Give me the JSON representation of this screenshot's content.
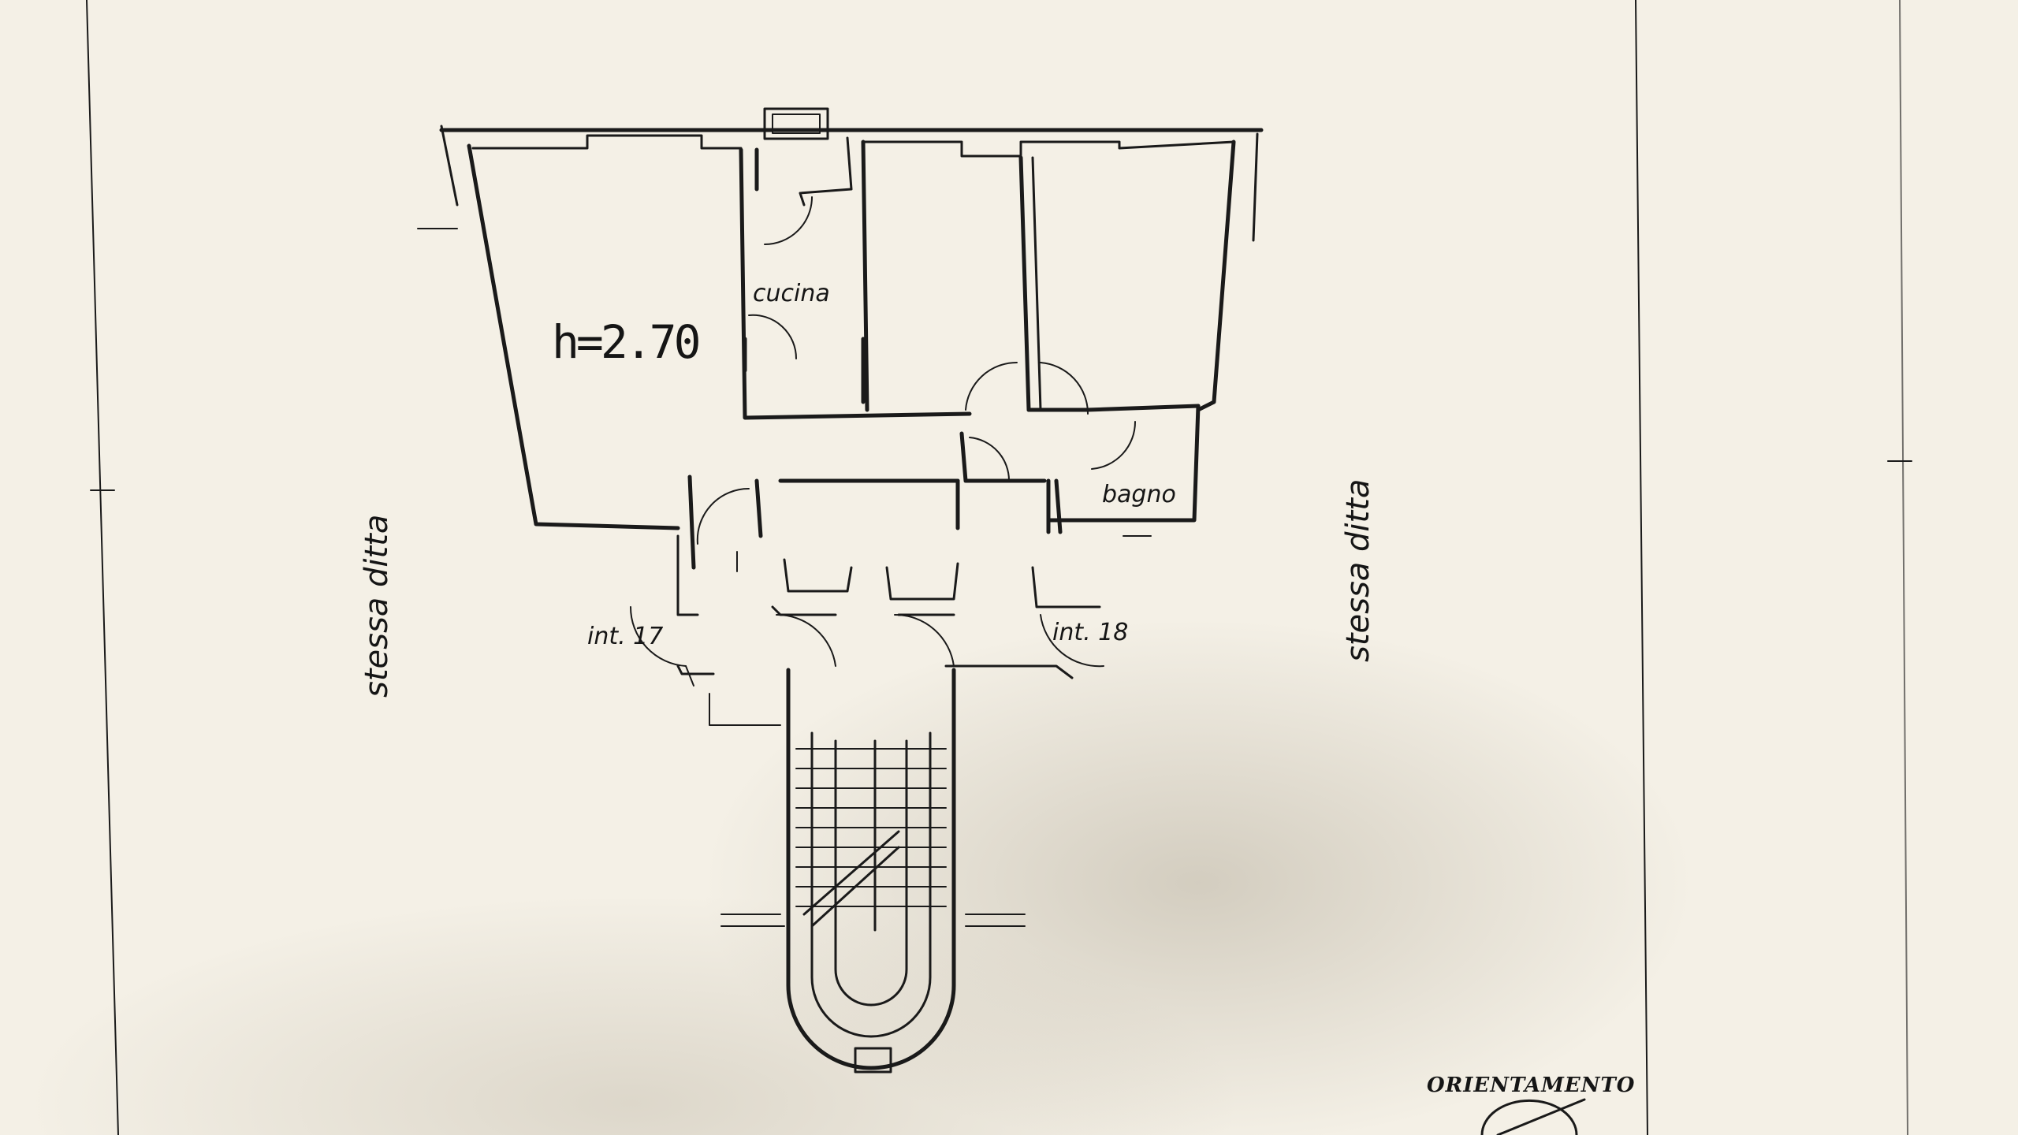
{
  "plan": {
    "height_label": "h=2.70",
    "rooms": {
      "kitchen": "cucina",
      "bathroom": "bagno"
    },
    "units": {
      "left": "int. 17",
      "right": "int. 18"
    },
    "neighbors": {
      "left": "stessa ditta",
      "right": "stessa ditta"
    },
    "orientation_label": "ORIENTAMENTO"
  }
}
